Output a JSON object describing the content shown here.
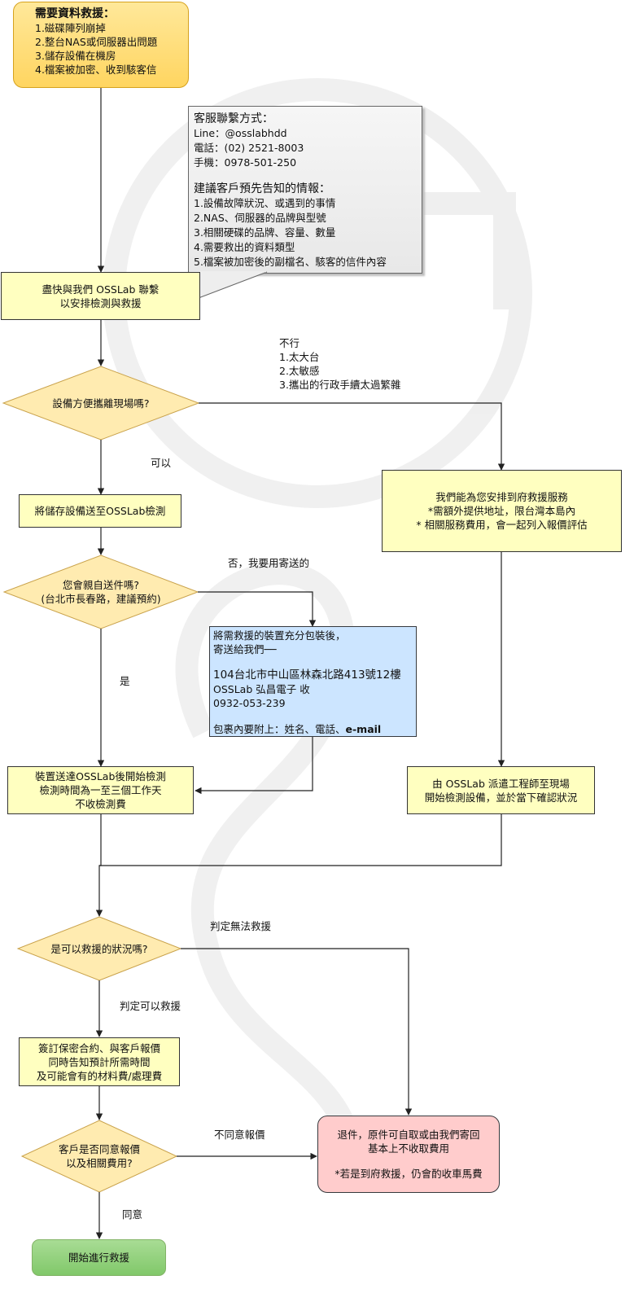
{
  "colors": {
    "start_fill": "#ffd966",
    "process_fill": "#ffffc0",
    "decision_fill": "#ffebb0",
    "callout_fill": "#eeeeee",
    "address_fill": "#cce5ff",
    "return_fill": "#ffcccc",
    "end_fill": "#97d077",
    "line": "#222222"
  },
  "nodes": {
    "start": {
      "title": "需要資料救援：",
      "items": [
        "1.磁碟陣列崩掉",
        "2.整台NAS或伺服器出問題",
        "3.儲存設備在機房",
        "4.檔案被加密、收到駭客信"
      ]
    },
    "callout": {
      "contact_title": "客服聯繫方式：",
      "contact_lines": [
        "Line：@osslabhdd",
        "電話：(02) 2521-8003",
        "手機：0978-501-250"
      ],
      "info_title": "建議客戶預先告知的情報：",
      "info_lines": [
        "1.設備故障狀況、或遇到的事情",
        "2.NAS、伺服器的品牌與型號",
        "3.相關硬碟的品牌、容量、數量",
        "4.需要救出的資料類型",
        "5.檔案被加密後的副檔名、駭客的信件內容"
      ]
    },
    "contact": {
      "lines": [
        "盡快與我們 OSSLab 聯繫",
        "以安排檢測與救援"
      ]
    },
    "decision_move": {
      "text": "設備方便攜離現場嗎?"
    },
    "send_device": {
      "text": "將儲存設備送至OSSLab檢測"
    },
    "onsite_service": {
      "lines": [
        "我們能為您安排到府救援服務",
        "*需額外提供地址，限台灣本島內",
        "* 相關服務費用，會一起列入報價評估"
      ]
    },
    "decision_deliver": {
      "lines": [
        "您會親自送件嗎?",
        "(台北市長春路，建議預約)"
      ]
    },
    "mail_box": {
      "intro": [
        "將需救援的裝置充分包裝後，",
        "寄送給我們──"
      ],
      "address": [
        "104台北市中山區林森北路413號12樓",
        "OSSLab 弘昌電子 收",
        "0932-053-239"
      ],
      "attach_prefix": "包裹內要附上：姓名、電話、",
      "attach_bold": "e-mail"
    },
    "inspect": {
      "lines": [
        "裝置送達OSSLab後開始檢測",
        "檢測時間為一至三個工作天",
        "不收檢測費"
      ]
    },
    "engineer": {
      "lines": [
        "由 OSSLab 派遣工程師至現場",
        "開始檢測設備，並於當下確認狀況"
      ]
    },
    "decision_recoverable": {
      "text": "是可以救援的狀況嗎?"
    },
    "contract": {
      "lines": [
        "簽訂保密合約、與客戶報價",
        "同時告知預計所需時間",
        "及可能會有的材料費/處理費"
      ]
    },
    "decision_agree": {
      "lines": [
        "客戶是否同意報價",
        "以及相關費用?"
      ]
    },
    "return_item": {
      "lines": [
        "退件，原件可自取或由我們寄回",
        "基本上不收取費用"
      ],
      "note": "*若是到府救援，仍會酌收車馬費"
    },
    "end": {
      "text": "開始進行救援"
    }
  },
  "edge_labels": {
    "cannot": [
      "不行",
      "1.太大台",
      "2.太敏感",
      "3.攜出的行政手續太過繁雜"
    ],
    "can": "可以",
    "mail_it": "否，我要用寄送的",
    "yes": "是",
    "unrecoverable": "判定無法救援",
    "recoverable": "判定可以救援",
    "disagree": "不同意報價",
    "agree": "同意"
  }
}
